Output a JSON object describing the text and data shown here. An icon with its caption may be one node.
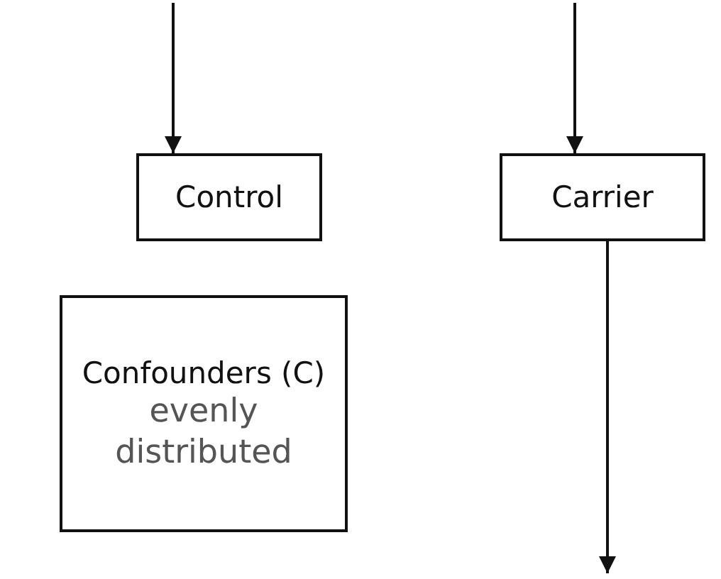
{
  "diagram": {
    "nodes": [
      {
        "text": [
          "Control"
        ]
      },
      {
        "text": [
          "Carrier"
        ]
      },
      {
        "text": [
          "Confounders (C)",
          "evenly distributed"
        ]
      }
    ],
    "edges": [
      {
        "from": null,
        "to": 0,
        "arrow": "to"
      },
      {
        "from": null,
        "to": 1,
        "arrow": "to"
      },
      {
        "from": 1,
        "to": null,
        "arrow": "to"
      }
    ]
  }
}
